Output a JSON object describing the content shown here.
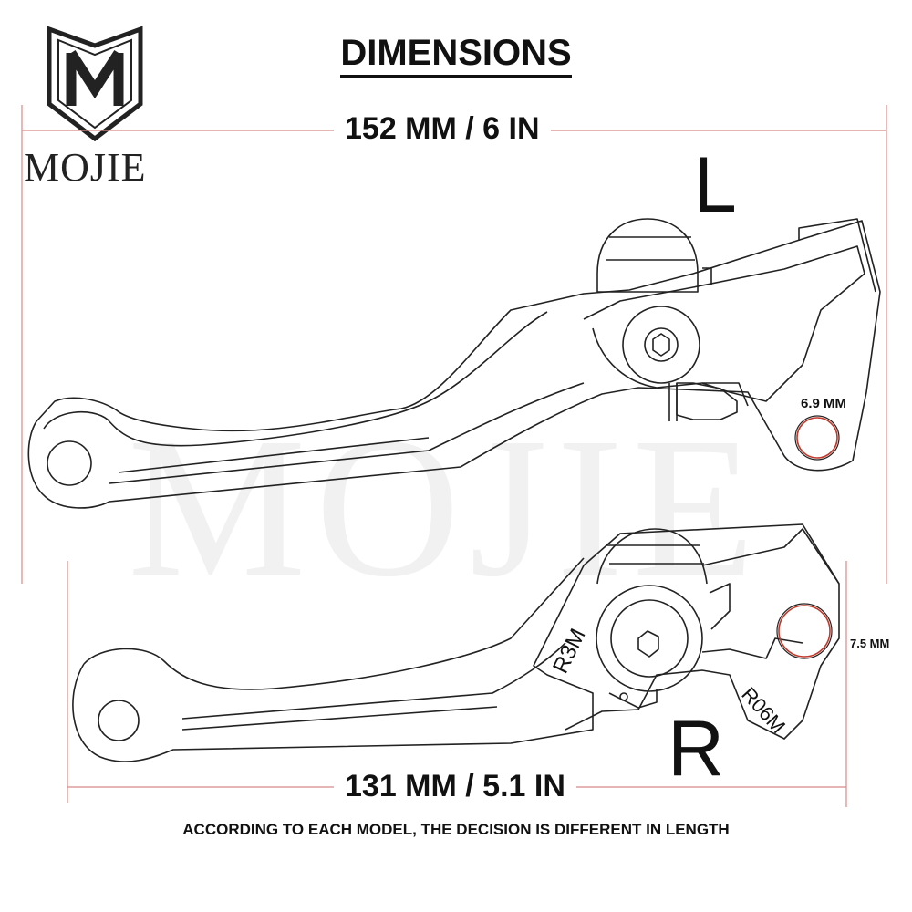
{
  "brand": {
    "name": "MOJIE",
    "watermark": "MOJIE"
  },
  "title": "DIMENSIONS",
  "dimensions": {
    "overall_top": "152 MM / 6 IN",
    "overall_bottom": "131 MM / 5.1 IN",
    "hole_left": "6.9 MM",
    "hole_right": "7.5 MM"
  },
  "labels": {
    "left_side": "L",
    "right_side": "R",
    "engrave_1": "R3M",
    "engrave_2": "R06M"
  },
  "footer": "ACCORDING TO EACH MODEL, THE DECISION IS DIFFERENT IN LENGTH",
  "colors": {
    "line": "#111111",
    "dimension_line": "#d88a8a",
    "hole_highlight": "#c0392b"
  }
}
